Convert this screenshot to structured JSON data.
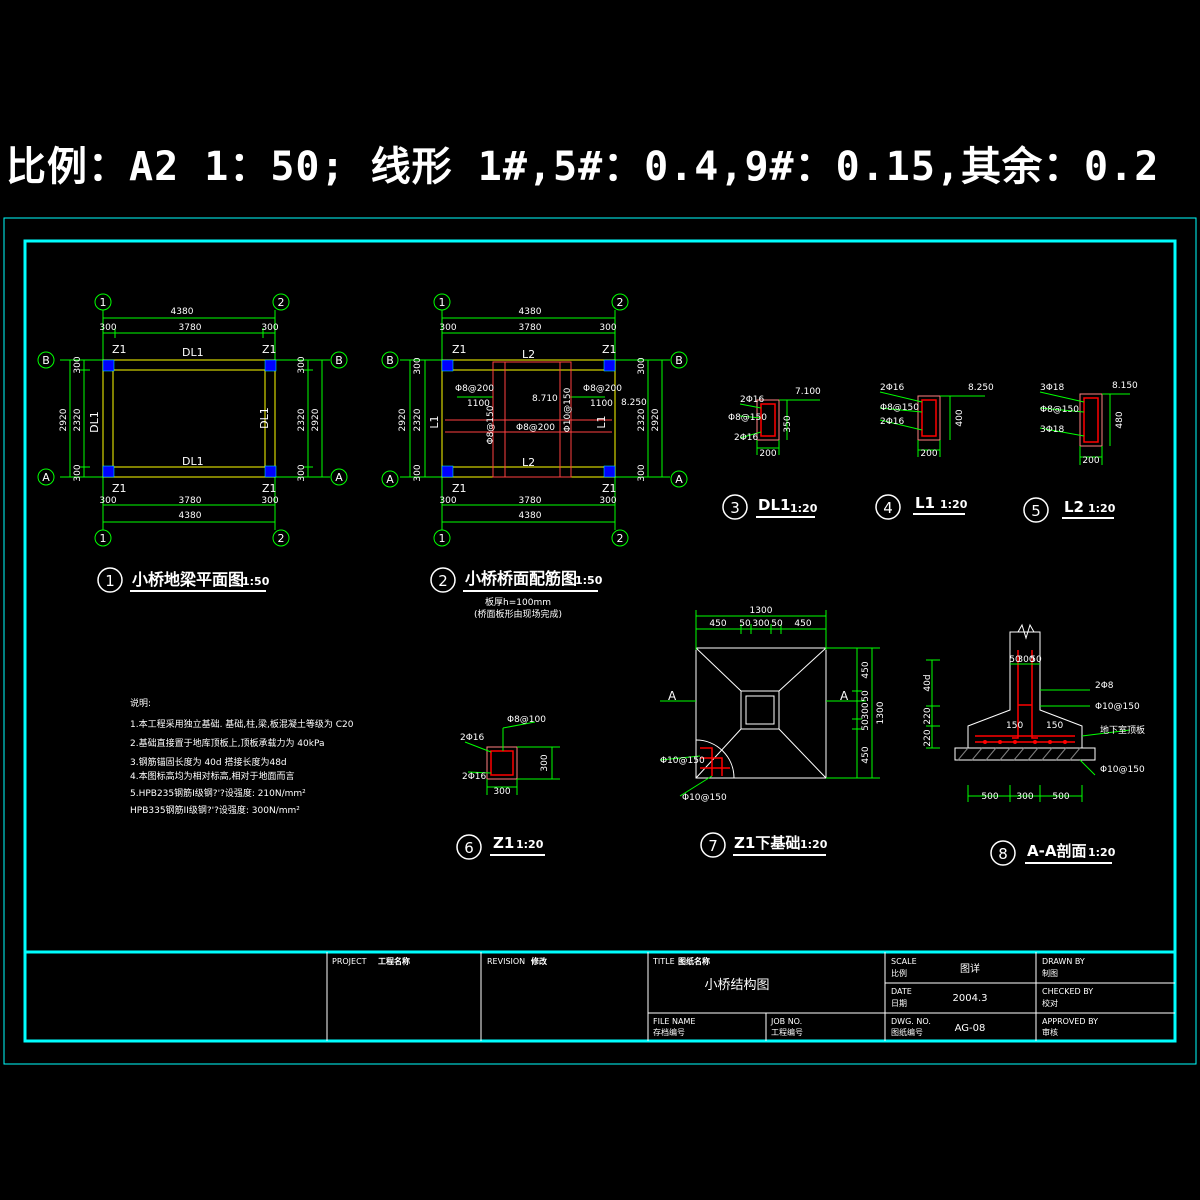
{
  "header": {
    "scale_note": "比例：A2  1：50;  线形  1#,5#：0.4,9#：0.15,其余：0.2"
  },
  "drawing1": {
    "title": "小桥地梁平面图",
    "scale": "1:50",
    "num": "1",
    "dims": {
      "total": "4380",
      "left": "300",
      "mid": "3780",
      "right": "300",
      "v_total": "2920",
      "v_mid": "2320",
      "v_a": "300",
      "v_b": "300"
    },
    "labels": {
      "z1": "Z1",
      "dl1": "DL1"
    },
    "axes": {
      "a1": "1",
      "a2": "2",
      "aA": "A",
      "aB": "B"
    }
  },
  "drawing2": {
    "title": "小桥桥面配筋图",
    "scale": "1:50",
    "num": "2",
    "note1": "板厚h=100mm",
    "note2": "(桥面板形由现场完成)",
    "dims": {
      "total": "4380",
      "left": "300",
      "mid": "3780",
      "right": "300",
      "v_total": "2920",
      "v_mid": "2320",
      "v_a": "300",
      "v_b": "300",
      "w1100a": "1100",
      "w1100b": "1100"
    },
    "labels": {
      "z1": "Z1",
      "l1": "L1",
      "l2": "L2",
      "r1": "Φ8@200",
      "r2": "Φ8@200",
      "r3": "Φ8@150",
      "r4": "Φ10@150",
      "r5": "Φ8@200",
      "elev1": "8.710",
      "elev2": "8.250"
    }
  },
  "section3": {
    "num": "3",
    "title": "DL1",
    "scale": "1:20",
    "top": "2Φ16",
    "stir": "Φ8@150",
    "bot": "2Φ16",
    "h": "350",
    "w": "200",
    "elev": "7.100"
  },
  "section4": {
    "num": "4",
    "title": "L1",
    "scale": "1:20",
    "top": "2Φ16",
    "stir": "Φ8@150",
    "bot": "2Φ16",
    "h": "400",
    "w": "200",
    "elev": "8.250"
  },
  "section5": {
    "num": "5",
    "title": "L2",
    "scale": "1:20",
    "top": "3Φ18",
    "stir": "Φ8@150",
    "bot": "3Φ18",
    "h": "480",
    "w": "200",
    "elev": "8.150"
  },
  "section6": {
    "num": "6",
    "title": "Z1",
    "scale": "1:20",
    "stir": "Φ8@100",
    "top": "2Φ16",
    "bot": "2Φ16",
    "h": "300",
    "w": "300"
  },
  "section7": {
    "num": "7",
    "title": "Z1下基础",
    "scale": "1:20",
    "dims": {
      "total": "1300",
      "d1": "450",
      "d2": "50",
      "d3": "300",
      "d4": "50",
      "d5": "450",
      "v1": "450",
      "v2": "50",
      "v3": "300",
      "v4": "50",
      "v5": "450",
      "vtotal": "1300"
    },
    "labels": {
      "a": "A",
      "r1": "Φ10@150",
      "r2": "Φ10@150"
    }
  },
  "section8": {
    "num": "8",
    "title": "A-A剖面",
    "scale": "1:20",
    "dims": {
      "b1": "500",
      "b2": "300",
      "b3": "500",
      "h40": "40d",
      "h220a": "220",
      "h220b": "220",
      "d50a": "50",
      "d300": "300",
      "d50b": "50",
      "d150a": "150",
      "d150b": "150"
    },
    "labels": {
      "r1": "2Φ8",
      "r2": "Φ10@150",
      "r3": "Φ10@150",
      "slab": "地下室顶板"
    }
  },
  "notes": {
    "heading": "说明:",
    "items": [
      "1.本工程采用独立基础. 基础,柱,梁,板混凝土等级为   C20",
      "2.基础直接置于地库顶板上,顶板承载力为  40kPa",
      "3.钢筋锚固长度为 40d  搭接长度为48d",
      "4.本图标高均为相对标高,相对于地面而言",
      "5.HPB235钢筋I级钢?'?设强度: 210N/mm²",
      "  HPB335钢筋II级钢?'?设强度: 300N/mm²"
    ]
  },
  "title_block": {
    "project_label": "PROJECT",
    "project_cn": "工程名称",
    "revision_label": "REVISION",
    "revision_cn": "修改",
    "title_label": "TITLE",
    "title_cn": "图纸名称",
    "title_value": "小桥结构图",
    "scale_label": "SCALE",
    "scale_cn": "比例",
    "scale_value": "图详",
    "date_label": "DATE",
    "date_cn": "日期",
    "date_value": "2004.3",
    "dwg_label": "DWG. NO.",
    "dwg_cn": "图纸编号",
    "dwg_value": "AG-08",
    "file_label": "FILE NAME",
    "file_cn": "存档编号",
    "job_label": "JOB NO.",
    "job_cn": "工程编号",
    "drawn_label": "DRAWN BY",
    "drawn_cn": "制图",
    "checked_label": "CHECKED BY",
    "checked_cn": "校对",
    "approved_label": "APPROVED BY",
    "approved_cn": "审核"
  },
  "colors": {
    "frame": "#00ffff",
    "dim": "#00ff00",
    "text": "#ffffff",
    "rebar": "#ff0000",
    "beam": "#ffff00",
    "col": "#0000ff",
    "conc": "#ff8080"
  }
}
